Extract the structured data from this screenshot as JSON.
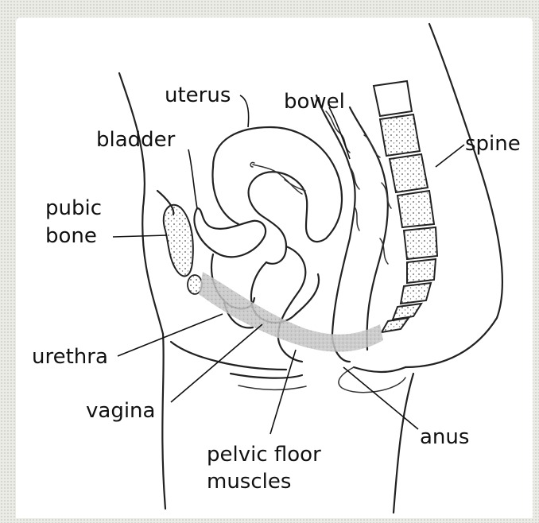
{
  "diagram": {
    "labels": {
      "uterus": "uterus",
      "bowel": "bowel",
      "bladder": "bladder",
      "spine": "spine",
      "pubic_bone_line1": "pubic",
      "pubic_bone_line2": "bone",
      "urethra": "urethra",
      "vagina": "vagina",
      "pelvic_floor_line1": "pelvic floor",
      "pelvic_floor_line2": "muscles",
      "anus": "anus"
    },
    "colors": {
      "outline": "#222222",
      "pelvic_floor_band": "#b8b8b8",
      "background": "#ffffff"
    }
  }
}
